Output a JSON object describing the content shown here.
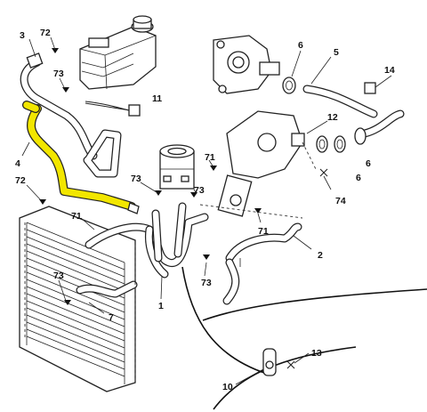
{
  "callouts": {
    "c1": "1",
    "c2": "2",
    "c3": "3",
    "c4": "4",
    "c5": "5",
    "c6a": "6",
    "c6b": "6",
    "c6c": "6",
    "c7": "7",
    "c10": "10",
    "c11": "11",
    "c12": "12",
    "c13": "13",
    "c14": "14",
    "c71a": "71",
    "c71b": "71",
    "c71c": "71",
    "c72a": "72",
    "c72b": "72",
    "c73a": "73",
    "c73b": "73",
    "c73c": "73",
    "c73d": "73",
    "c73e": "73",
    "c74": "74"
  },
  "colors": {
    "highlight": "#f2e600",
    "ink": "#222222",
    "background": "#ffffff"
  }
}
